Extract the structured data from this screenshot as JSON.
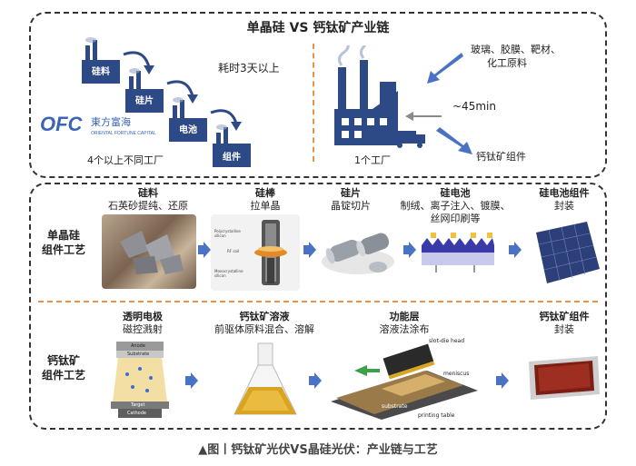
{
  "top": {
    "title": "单晶硅 VS 钙钛矿产业链",
    "left": {
      "labels": [
        "硅料",
        "硅片",
        "电池",
        "组件"
      ],
      "duration": "耗时3天以上",
      "factories": "4个以上不同工厂",
      "logo_text": "OFC",
      "logo_cn": "東方富海",
      "logo_en": "ORIENTAL FORTUNE CAPITAL"
    },
    "right": {
      "materials_line1": "玻璃、胶膜、靶材、",
      "materials_line2": "化工原料",
      "time": "~45min",
      "product": "钙钛矿组件",
      "factory": "1个工厂"
    }
  },
  "silicon": {
    "row_label_1": "单晶硅",
    "row_label_2": "组件工艺",
    "steps": [
      {
        "title": "硅料",
        "desc": "石英砂提纯、还原",
        "desc2": ""
      },
      {
        "title": "硅棒",
        "desc": "拉单晶",
        "desc2": ""
      },
      {
        "title": "硅片",
        "desc": "晶锭切片",
        "desc2": ""
      },
      {
        "title": "硅电池",
        "desc": "制绒、离子注入、镀膜、",
        "desc2": "丝网印刷等"
      },
      {
        "title": "硅电池组件",
        "desc": "封装",
        "desc2": ""
      }
    ],
    "rod_labels": [
      "Polycrystalline silicon",
      "RF coil",
      "Monocrystalline silicon"
    ]
  },
  "perovskite": {
    "row_label_1": "钙钛矿",
    "row_label_2": "组件工艺",
    "steps": [
      {
        "title": "透明电极",
        "desc": "磁控溅射"
      },
      {
        "title": "钙钛矿溶液",
        "desc": "前驱体原料混合、溶解"
      },
      {
        "title": "功能层",
        "desc": "溶液法涂布"
      },
      {
        "title": "钙钛矿组件",
        "desc": "封装"
      }
    ],
    "sputter_labels": [
      "Anode",
      "Substrate",
      "Target",
      "Cathode"
    ],
    "coat_labels": [
      "slot-die head",
      "meniscus",
      "substrate",
      "printing table"
    ]
  },
  "caption": "▲图丨钙钛矿光伏VS晶硅光伏：产业链与工艺",
  "colors": {
    "factory_blue": "#2e4a86",
    "arrow_blue": "#4a72c4",
    "separator_orange": "#e8924a",
    "row_label": "#1a1a1a"
  }
}
